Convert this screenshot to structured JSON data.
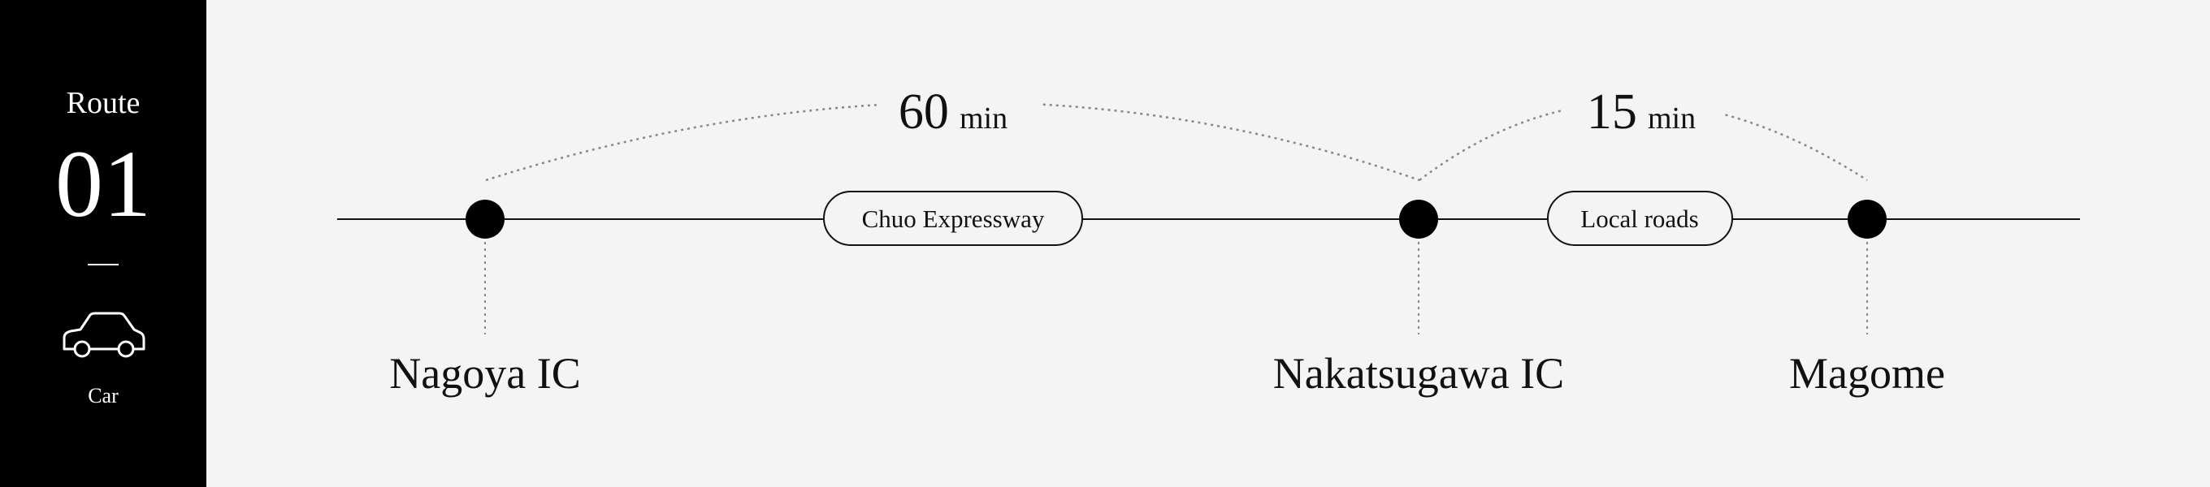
{
  "sidebar": {
    "route_label": "Route",
    "route_number": "01",
    "mode_icon": "car-icon",
    "mode_label": "Car"
  },
  "route": {
    "stops": [
      {
        "name": "Nagoya IC"
      },
      {
        "name": "Nakatsugawa IC"
      },
      {
        "name": "Magome"
      }
    ],
    "segments": [
      {
        "road": "Chuo Expressway",
        "duration_value": "60",
        "duration_unit": "min"
      },
      {
        "road": "Local roads",
        "duration_value": "15",
        "duration_unit": "min"
      }
    ]
  },
  "colors": {
    "sidebar_background": "#000000",
    "page_background": "#f4f4f4",
    "line": "#111111",
    "dotted": "#888888"
  }
}
